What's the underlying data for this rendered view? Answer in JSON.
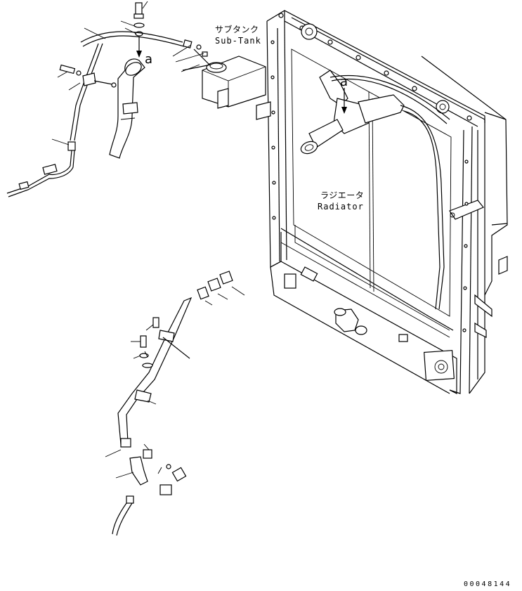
{
  "labels": {
    "sub_tank_jp": "サブタンク",
    "sub_tank_en": "Sub-Tank",
    "radiator_jp": "ラジエータ",
    "radiator_en": "Radiator",
    "ref_a_1": "a",
    "ref_a_2": "a"
  },
  "drawing_number": "00048144"
}
